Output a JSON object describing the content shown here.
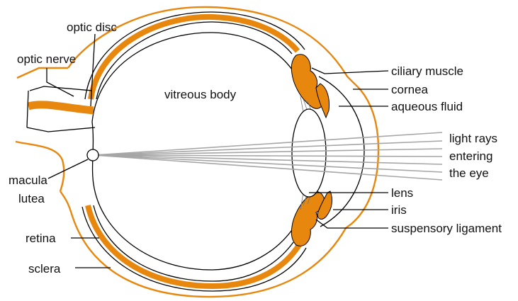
{
  "colors": {
    "tissue": "#e8870e",
    "sclera_outline": "#e8870e",
    "rays": "#a6a6a6",
    "lines": "#000000"
  },
  "labels": {
    "optic_disc": "optic disc",
    "optic_nerve": "optic nerve",
    "vitreous_body": "vitreous body",
    "macula_line1": "macula",
    "macula_line2": "lutea",
    "retina": "retina",
    "sclera": "sclera",
    "ciliary_muscle": "ciliary muscle",
    "cornea": "cornea",
    "aqueous_fluid": "aqueous fluid",
    "light_rays_1": "light rays",
    "light_rays_2": "entering",
    "light_rays_3": "the eye",
    "lens": "lens",
    "iris": "iris",
    "suspensory_ligament": "suspensory ligament"
  }
}
